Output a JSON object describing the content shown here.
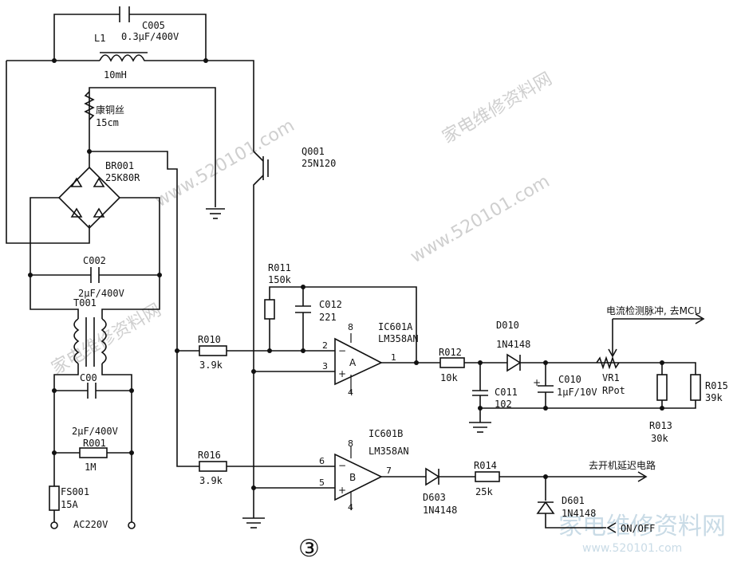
{
  "components": {
    "c005": {
      "ref": "C005",
      "value": "0.3μF/400V"
    },
    "l1": {
      "ref": "L1",
      "value": "10mH"
    },
    "wire": {
      "line1": "康铜丝",
      "line2": "15cm"
    },
    "q001": {
      "ref": "Q001",
      "value": "25N120"
    },
    "br001": {
      "ref": "BR001",
      "value": "25K80R"
    },
    "c002": {
      "ref": "C002",
      "value": "2μF/400V"
    },
    "t001": {
      "ref": "T001"
    },
    "c00": {
      "ref": "C00",
      "value": "2μF/400V"
    },
    "r001": {
      "ref": "R001",
      "value": "1M"
    },
    "fs001": {
      "ref": "FS001",
      "value": "15A"
    },
    "ac": {
      "label": "AC220V"
    },
    "r011": {
      "ref": "R011",
      "value": "150k"
    },
    "c012": {
      "ref": "C012",
      "value": "221"
    },
    "ic601a": {
      "ref": "IC601A",
      "value": "LM358AN",
      "unit": "A"
    },
    "ic601b": {
      "ref": "IC601B",
      "value": "LM358AN",
      "unit": "B"
    },
    "r010": {
      "ref": "R010",
      "value": "3.9k"
    },
    "r016": {
      "ref": "R016",
      "value": "3.9k"
    },
    "r012": {
      "ref": "R012",
      "value": "10k"
    },
    "d010": {
      "ref": "D010",
      "value": "1N4148"
    },
    "c011": {
      "ref": "C011",
      "value": "102"
    },
    "c010": {
      "ref": "C010",
      "value": "1μF/10V"
    },
    "vr1": {
      "ref": "VR1",
      "value": "RPot"
    },
    "r013": {
      "ref": "R013",
      "value": "30k"
    },
    "r015": {
      "ref": "R015",
      "value": "39k"
    },
    "d603": {
      "ref": "D603",
      "value": "1N4148"
    },
    "r014": {
      "ref": "R014",
      "value": "25k"
    },
    "d601": {
      "ref": "D601",
      "value": "1N4148"
    }
  },
  "pins": {
    "a_inv": "2",
    "a_noninv": "3",
    "a_out": "1",
    "a_vcc": "8",
    "a_gnd": "4",
    "b_inv": "6",
    "b_noninv": "5",
    "b_out": "7",
    "b_vcc": "8",
    "b_gnd": "4"
  },
  "signs": {
    "minus": "−",
    "plus": "+",
    "cap_plus": "+"
  },
  "annotations": {
    "current_pulse": "电流检测脉冲, 去MCU",
    "delay_circuit": "去开机延迟电路",
    "onoff": "ON/OFF",
    "figure_number": "③"
  },
  "watermarks": {
    "site": "www.520101.com",
    "site2": "www.520101.com",
    "brand": "家电维修资料网",
    "brand2": "家电维修资料网",
    "corner_logo": "家电维修资料网",
    "corner_url": "www.520101.com"
  }
}
